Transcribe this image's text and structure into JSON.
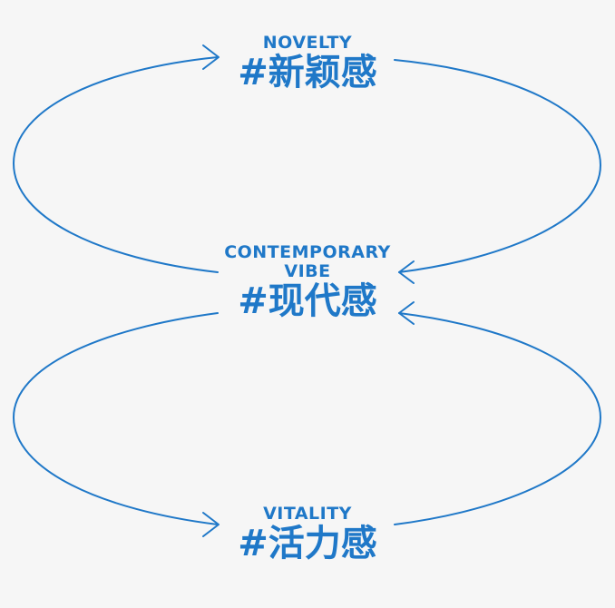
{
  "diagram": {
    "line_color": "#1f78c8",
    "background": "#f6f6f6",
    "nodes": [
      {
        "english": "NOVELTY",
        "chinese": "#新颖感"
      },
      {
        "english_line1": "CONTEMPORARY",
        "english_line2": "VIBE",
        "chinese": "#现代感"
      },
      {
        "english": "VITALITY",
        "chinese": "#活力感"
      }
    ]
  }
}
